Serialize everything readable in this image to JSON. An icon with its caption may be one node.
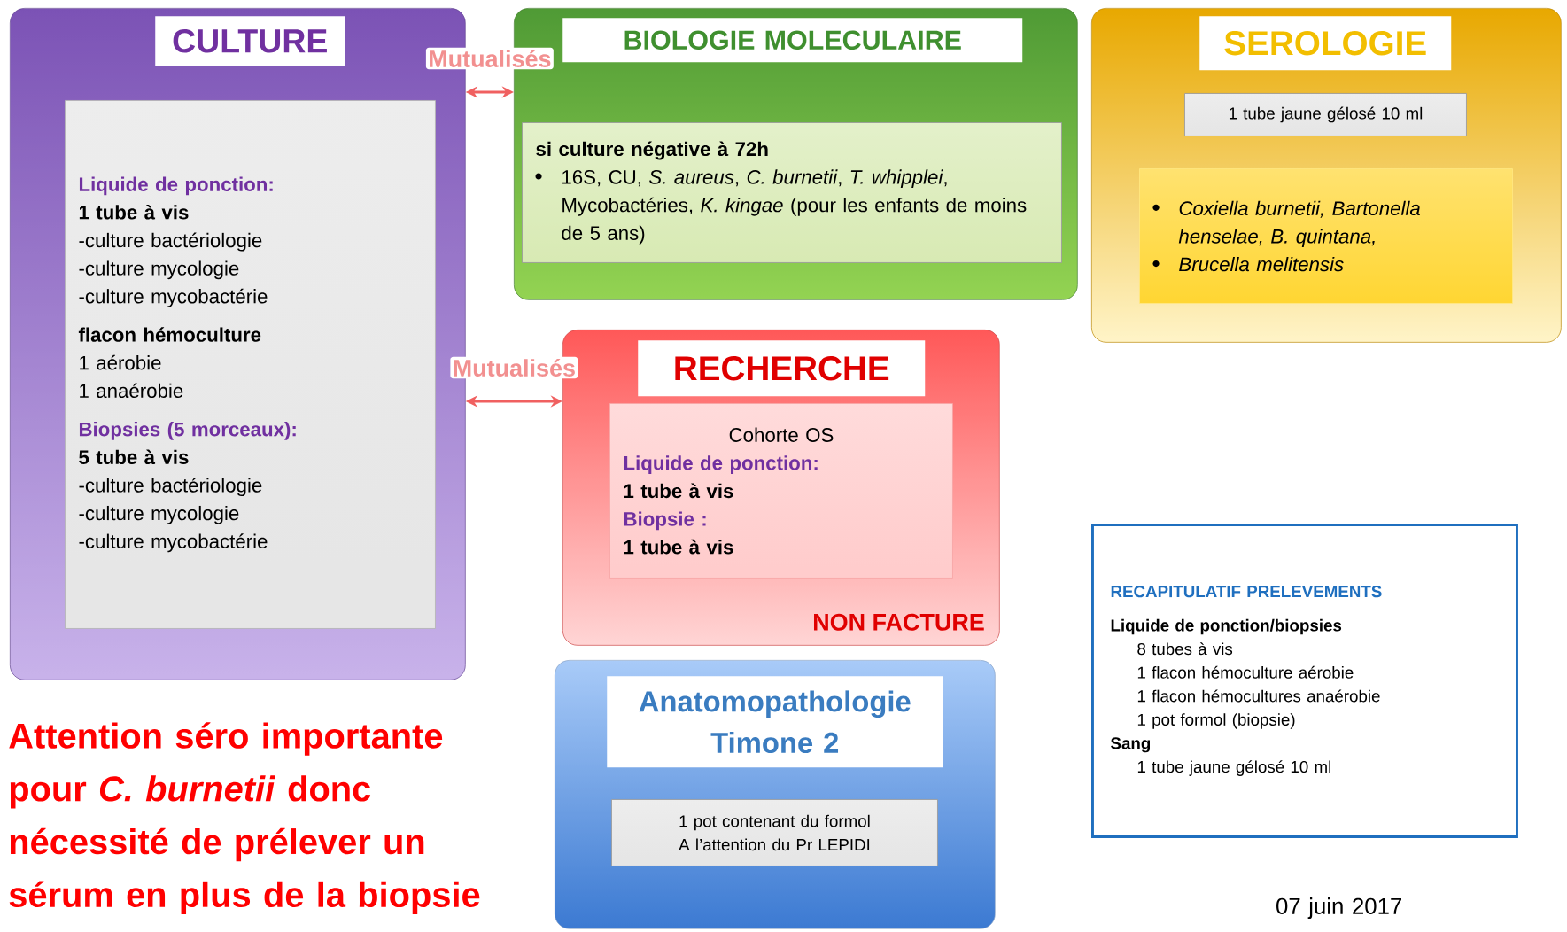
{
  "diagram": {
    "nodes": [
      {
        "text": [],
        "shape": "box"
      },
      {
        "text": [
          "CULTURE"
        ],
        "in": 0
      },
      {
        "text": [
          "Liquide de ponction:",
          "1 tube à vis",
          "-culture bactériologie",
          "-culture mycologie",
          "-culture mycobactérie",
          "flacon hémoculture",
          "1 aérobie",
          "1 anaérobie",
          "Biopsies (5 morceaux):",
          "5 tube à vis",
          "-culture bactériologie",
          "-culture mycologie",
          "-culture mycobactérie"
        ],
        "in": 0
      },
      {
        "text": [],
        "shape": "box"
      },
      {
        "text": [
          "BIOLOGIE MOLECULAIRE"
        ],
        "in": 3
      },
      {
        "text": [
          "si culture négative à 72h",
          "16S, CU, *S. aureus*, *C. burnetii*, *T. whipplei*, Mycobactéries, *K. kingae*  (pour les enfants de moins de 5 ans)"
        ],
        "in": 3
      },
      {
        "text": [],
        "shape": "box"
      },
      {
        "text": [
          "SEROLOGIE"
        ],
        "in": 6
      },
      {
        "text": [
          "1 tube jaune gélosé 10 ml"
        ],
        "in": 6
      },
      {
        "text": [
          "Coxiella burnetii, Bartonella henselae, B. quintana,",
          "Brucella melitensis"
        ],
        "in": 6
      },
      {
        "text": [
          "NON FACTURE"
        ]
      },
      {
        "text": [
          "RECHERCHE"
        ],
        "in": 10
      },
      {
        "text": [
          "Cohorte OS",
          "Liquide de ponction:",
          "1 tube à vis",
          "Biopsie :",
          "1 tube à vis"
        ],
        "in": 10
      },
      {
        "text": [],
        "shape": "box"
      },
      {
        "text": [
          "Anatomopathologie Timone 2"
        ],
        "in": 13
      },
      {
        "text": [
          "1 pot contenant du formol",
          "A l’attention du Pr LEPIDI"
        ],
        "in": 13
      },
      {
        "text": [
          "RECAPITULATIF PRELEVEMENTS",
          "Liquide de ponction/biopsies",
          "8 tubes à vis",
          "1 flacon hémoculture aérobie",
          "1 flacon hémocultures anaérobie",
          "1 pot formol (biopsie)",
          "Sang",
          "1 tube jaune gélosé 10 ml"
        ]
      }
    ],
    "edges": [
      {
        "from": 0,
        "to": 3,
        "arrow": "both",
        "label": "Mutualisés"
      },
      {
        "from": 0,
        "to": 10,
        "arrow": "both",
        "label": "Mutualisés"
      }
    ],
    "labels": [
      "Attention séro importante pour *C. burnetii* donc nécessité de prélever un sérum en plus de la biopsie",
      "07 juin 2017"
    ]
  }
}
